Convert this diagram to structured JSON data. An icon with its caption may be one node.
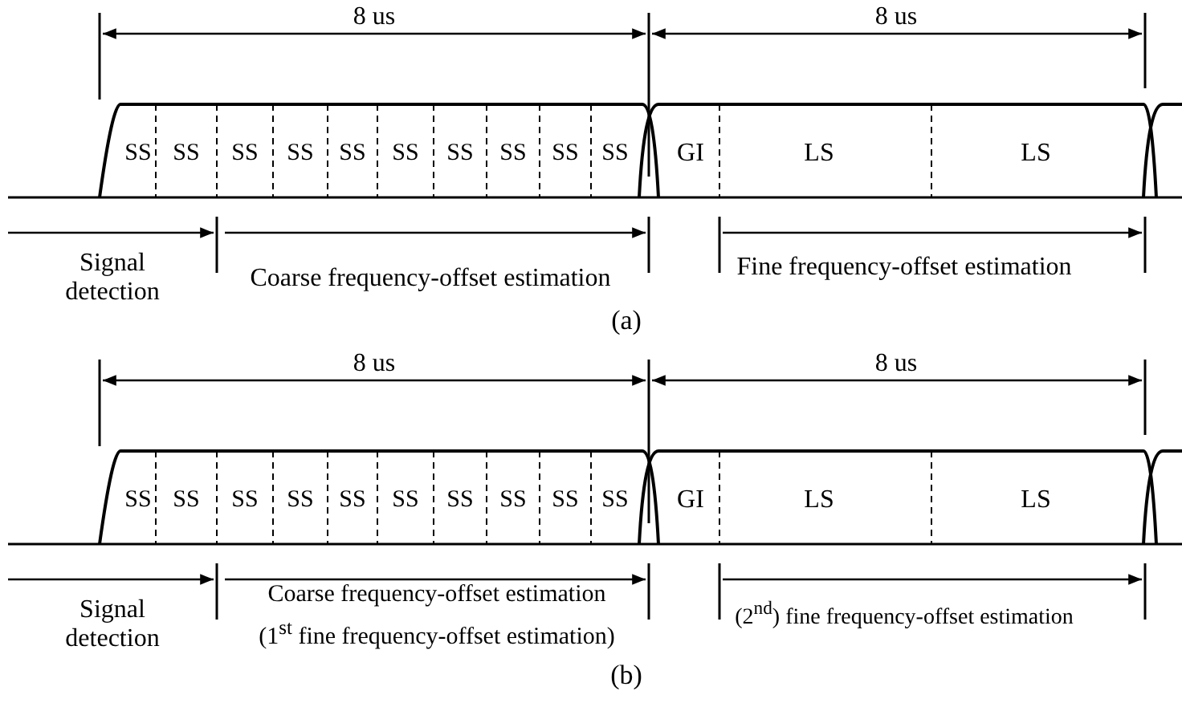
{
  "diagram": {
    "labels": [
      "8 us",
      "8 us",
      "SS",
      "SS",
      "SS",
      "SS",
      "SS",
      "SS",
      "SS",
      "SS",
      "SS",
      "SS",
      "GI",
      "LS",
      "LS",
      "Signal detection",
      "Coarse frequency-offset estimation",
      "Fine frequency-offset estimation",
      "(a)",
      "8 us",
      "8 us",
      "SS",
      "SS",
      "SS",
      "SS",
      "SS",
      "SS",
      "SS",
      "SS",
      "SS",
      "SS",
      "GI",
      "LS",
      "LS",
      "Signal detection",
      "Coarse frequency-offset estimation",
      "(1$^{st}$ fine frequency-offset estimation)",
      "(2$^{nd}$) fine frequency-offset estimation",
      "(b)"
    ]
  }
}
